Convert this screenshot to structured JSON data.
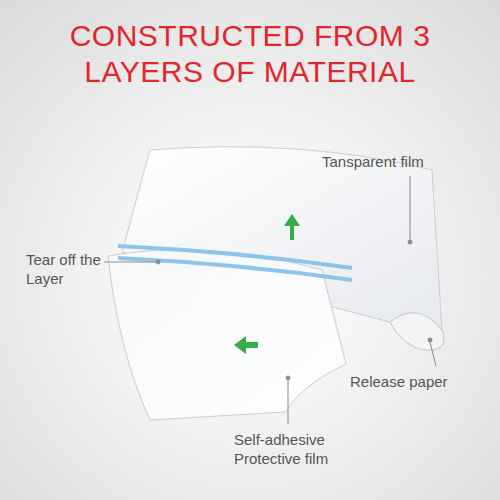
{
  "diagram": {
    "title": "CONSTRUCTED FROM 3 LAYERS OF MATERIAL",
    "labels": [
      "Tansparent film",
      "Tear off the Layer",
      "Release paper",
      "Self-adhesive Protective film"
    ]
  }
}
